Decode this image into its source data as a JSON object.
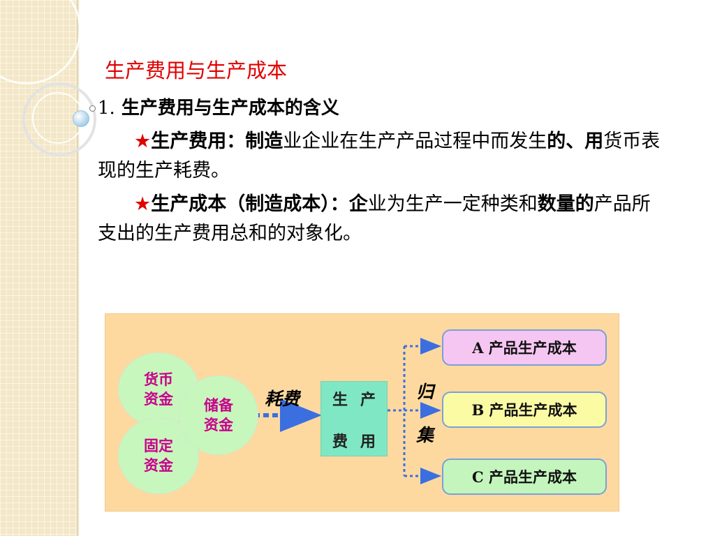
{
  "slide": {
    "title": "生产费用与生产成本",
    "heading": {
      "number": "1.",
      "text": " 生产费用与生产成本的含义"
    },
    "para1": {
      "star": "★",
      "bold1": "生产费用：制造",
      "normal1": "业企业在生产产品过程中而发生",
      "bold2": "的、用",
      "normal2": "货币表现的生产耗费。"
    },
    "para2": {
      "star": "★",
      "bold1": "生产成本（制造成本）：企",
      "normal1": "业为生产一定种类和",
      "bold2": "数量的",
      "normal2": "产品所支出的生产费用总和的对象化。"
    }
  },
  "diagram": {
    "circles": {
      "c1": [
        "货币",
        "资金"
      ],
      "c2": [
        "固定",
        "资金"
      ],
      "c3": [
        "储备",
        "资金"
      ]
    },
    "consume_label": "耗费",
    "center_box": [
      "生",
      "产",
      "费",
      "用"
    ],
    "gather_label": [
      "归",
      "集"
    ],
    "outputs": [
      "A 产品生产成本",
      "B 产品生产成本",
      "C 产品生产成本"
    ],
    "colors": {
      "background": "#fdd9a0",
      "circle_fill": "#c8f7bd",
      "circle_text": "#c8008c",
      "center_box": "#7fe7c4",
      "arrow": "#3b6fe0",
      "output_a": "#f6c6f2",
      "output_b": "#fbfba4",
      "output_c": "#c4f5bd"
    }
  }
}
